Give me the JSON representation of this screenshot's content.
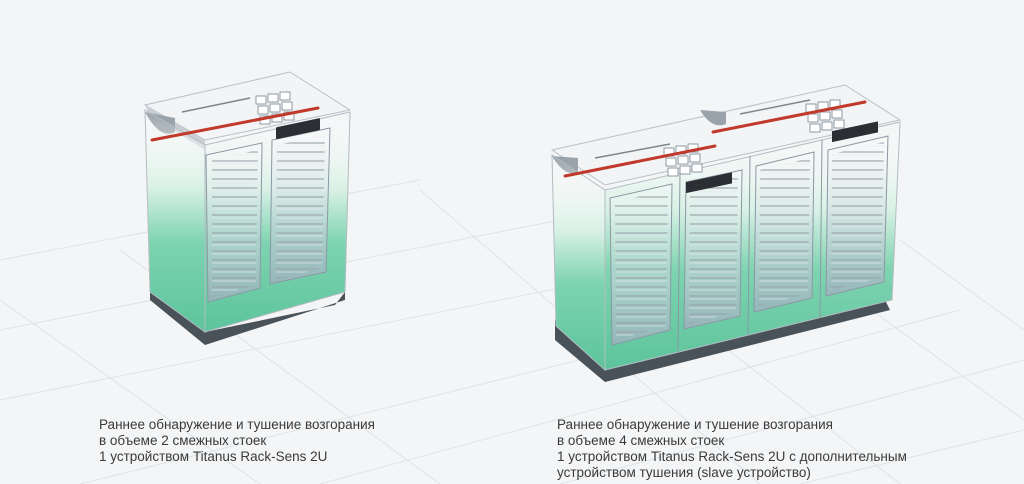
{
  "captions": {
    "left": [
      "Раннее обнаружение и тушение возгорания",
      "в объеме 2 смежных стоек",
      "1 устройством Titanus Rack-Sens 2U"
    ],
    "right": [
      "Раннее обнаружение и тушение возгорания",
      "в объеме 4 смежных стоек",
      "1 устройством Titanus Rack-Sens 2U с дополнительным",
      "устройством тушения (slave устройство)"
    ]
  },
  "colors": {
    "rack_green": "#6fcca6",
    "rack_green_dark": "#4fae88",
    "pipe_red": "#c0392b",
    "background": "#f4f5f6",
    "grid": "#dfe3e6"
  },
  "icons": [
    "rack-illustration-icon",
    "sensor-device-icon",
    "pipe-icon"
  ]
}
